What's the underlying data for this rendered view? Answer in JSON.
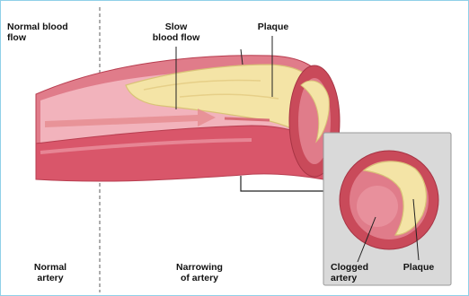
{
  "labels": {
    "normal_flow": "Normal blood\nflow",
    "slow_flow": "Slow\nblood flow",
    "plaque_top": "Plaque",
    "normal_artery": "Normal\nartery",
    "narrowing": "Narrowing\nof artery",
    "clogged": "Clogged\nartery",
    "plaque_inset": "Plaque"
  },
  "colors": {
    "artery_outer": "#c94a5a",
    "artery_wall": "#e07c8a",
    "artery_inner": "#f2b3bc",
    "plaque": "#f4e4a6",
    "plaque_edge": "#d9c277",
    "flow_arrow": "#e58b8f",
    "inset_bg": "#d9d9d9"
  }
}
